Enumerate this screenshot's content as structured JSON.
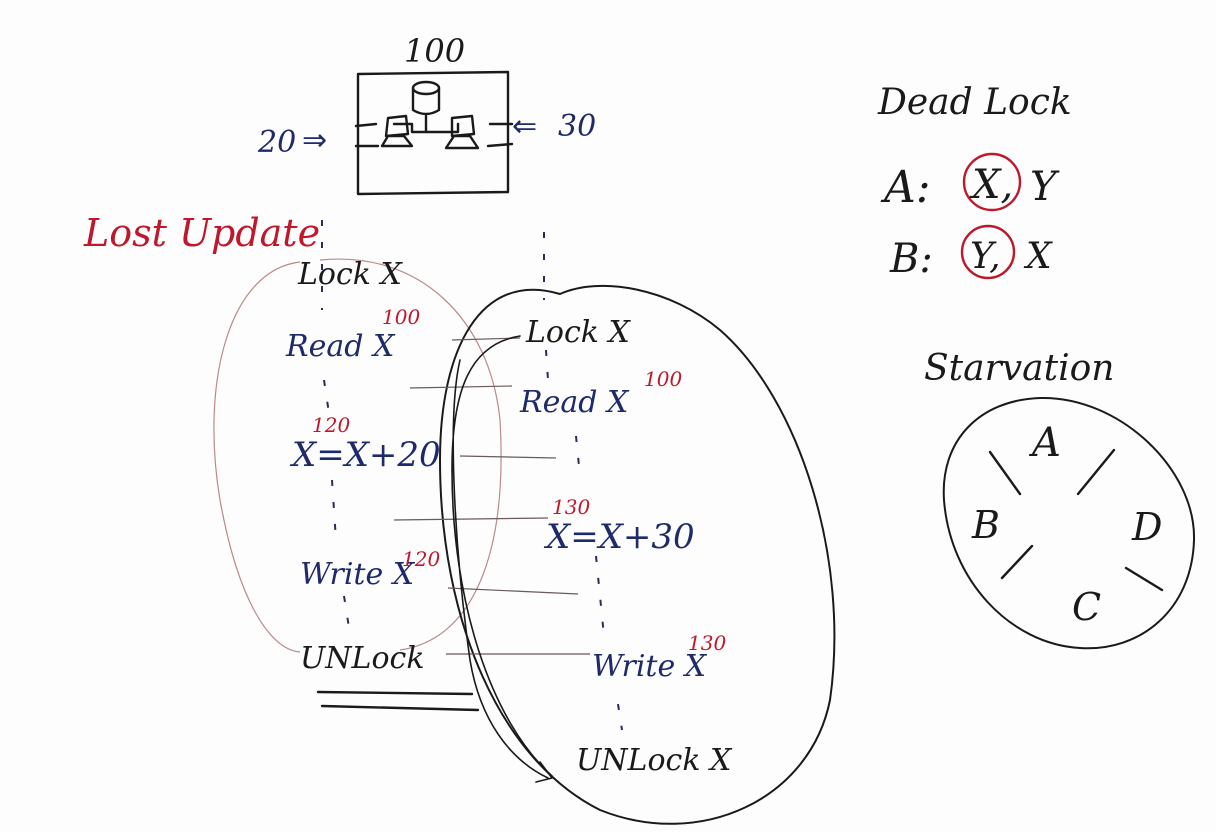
{
  "topology": {
    "total": "100",
    "left_input": "20",
    "left_arrow": "⇒",
    "right_arrow": "⇐",
    "right_input": "30"
  },
  "lost_update": {
    "title": "Lost Update",
    "t1": {
      "lock": "Lock X",
      "read": "Read X",
      "read_val": "100",
      "compute": "X=X+20",
      "compute_val": "120",
      "write": "Write X",
      "write_val": "120",
      "unlock": "UNLock"
    },
    "t2": {
      "lock": "Lock X",
      "read": "Read X",
      "read_val": "100",
      "compute": "X=X+30",
      "compute_val": "130",
      "write": "Write X",
      "write_val": "130",
      "unlock": "UNLock X"
    }
  },
  "deadlock": {
    "title": "Dead Lock",
    "row_a_label": "A:",
    "row_a_held": "X,",
    "row_a_wait": "Y",
    "row_b_label": "B:",
    "row_b_held": "Y,",
    "row_b_wait": "X"
  },
  "starvation": {
    "title": "Starvation",
    "a": "A",
    "b": "B",
    "c": "C",
    "d": "D"
  },
  "colors": {
    "black_ink": "#1a1a1a",
    "blue_ink": "#1f2a6b",
    "red_ink": "#c0182b"
  }
}
